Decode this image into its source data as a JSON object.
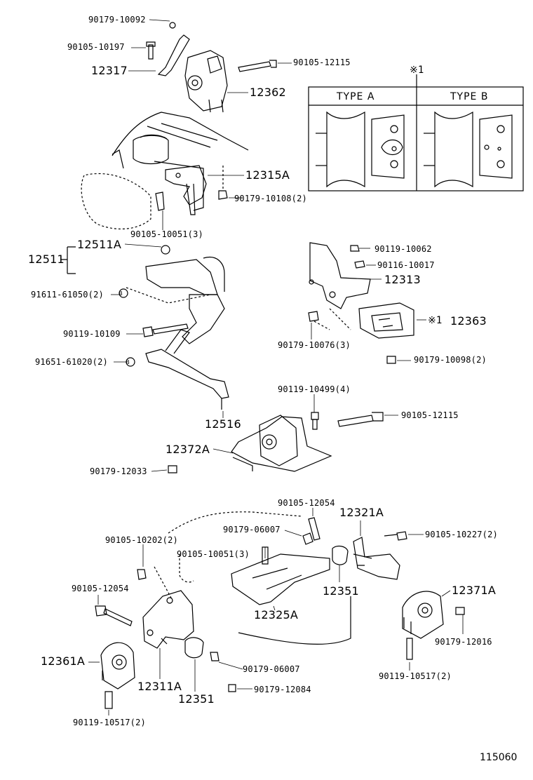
{
  "labels": [
    {
      "id": "l01",
      "text": "90179-10092"
    },
    {
      "id": "l02",
      "text": "90105-10197"
    },
    {
      "id": "l03",
      "text": "12317"
    },
    {
      "id": "l04",
      "text": "90105-12115"
    },
    {
      "id": "l05",
      "text": "12362"
    },
    {
      "id": "l06",
      "text": "12315A"
    },
    {
      "id": "l07",
      "text": "90179-10108(2)"
    },
    {
      "id": "l08",
      "text": "90105-10051(3)"
    },
    {
      "id": "l09",
      "text": "12511A"
    },
    {
      "id": "l10",
      "text": "12511"
    },
    {
      "id": "l11",
      "text": "91611-61050(2)"
    },
    {
      "id": "l12",
      "text": "90119-10109"
    },
    {
      "id": "l13",
      "text": "91651-61020(2)"
    },
    {
      "id": "l14",
      "text": "12516"
    },
    {
      "id": "l15",
      "text": "90119-10062"
    },
    {
      "id": "l16",
      "text": "90116-10017"
    },
    {
      "id": "l17",
      "text": "12313"
    },
    {
      "id": "l18",
      "text": "12363"
    },
    {
      "id": "l19",
      "text": "90179-10076(3)"
    },
    {
      "id": "l20",
      "text": "90179-10098(2)"
    },
    {
      "id": "l21",
      "text": "90119-10499(4)"
    },
    {
      "id": "l22",
      "text": "90105-12115"
    },
    {
      "id": "l23",
      "text": "12372A"
    },
    {
      "id": "l24",
      "text": "90179-12033"
    },
    {
      "id": "l25",
      "text": "90105-12054"
    },
    {
      "id": "l26",
      "text": "12321A"
    },
    {
      "id": "l27",
      "text": "90179-06007"
    },
    {
      "id": "l28",
      "text": "90105-10227(2)"
    },
    {
      "id": "l29",
      "text": "90105-10202(2)"
    },
    {
      "id": "l30",
      "text": "90105-10051(3)"
    },
    {
      "id": "l31",
      "text": "90105-12054"
    },
    {
      "id": "l32",
      "text": "12351"
    },
    {
      "id": "l33",
      "text": "12325A"
    },
    {
      "id": "l34",
      "text": "12371A"
    },
    {
      "id": "l35",
      "text": "90179-12016"
    },
    {
      "id": "l36",
      "text": "12361A"
    },
    {
      "id": "l37",
      "text": "12311A"
    },
    {
      "id": "l38",
      "text": "12351"
    },
    {
      "id": "l39",
      "text": "90179-06007"
    },
    {
      "id": "l40",
      "text": "90179-12084"
    },
    {
      "id": "l41",
      "text": "90119-10517(2)"
    },
    {
      "id": "l42",
      "text": "90119-10517(2)"
    }
  ],
  "type_box": {
    "marker": "※1",
    "type_a": "TYPE A",
    "type_b": "TYPE B"
  },
  "marker_12363": "※1",
  "figure_number": "115060"
}
